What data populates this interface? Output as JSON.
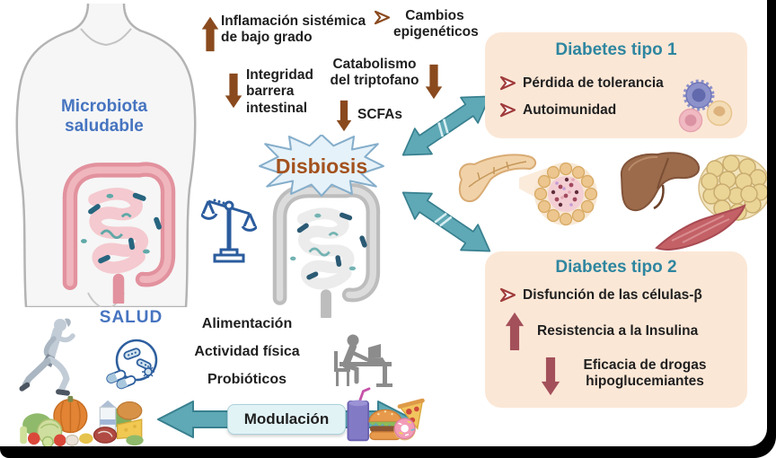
{
  "figure": {
    "healthy_side": {
      "body_label": "Microbiota saludable",
      "health_label": "SALUD"
    },
    "dysbiosis_label": "Disbiosis",
    "top_factors": [
      {
        "marker": "arrow-up",
        "text": "Inflamación sistémica de bajo grado"
      },
      {
        "marker": "chevron",
        "text": "Cambios epigenéticos"
      },
      {
        "marker": "arrow-down",
        "text": "Integridad barrera intestinal"
      },
      {
        "marker": "arrow-down",
        "text": "Catabolismo del triptofano"
      },
      {
        "marker": "arrow-down",
        "text": "SCFAs"
      }
    ],
    "diabetes_type1": {
      "title": "Diabetes tipo 1",
      "bullets": [
        {
          "marker": "chevron",
          "text": "Pérdida de tolerancia"
        },
        {
          "marker": "chevron",
          "text": "Autoimunidad"
        }
      ]
    },
    "diabetes_type2": {
      "title": "Diabetes tipo 2",
      "bullets": [
        {
          "marker": "chevron",
          "text": "Disfunción de las células-β"
        },
        {
          "marker": "arrow-up",
          "text": "Resistencia a la Insulina"
        },
        {
          "marker": "arrow-down",
          "text": "Eficacia de drogas hipoglucemiantes"
        }
      ]
    },
    "modulation": {
      "factors": [
        "Alimentación",
        "Actividad física",
        "Probióticos"
      ],
      "arrow_label": "Modulación"
    },
    "icons": {
      "human-torso-icon": "gray body silhouette",
      "healthy-gut-icon": "pink intestine with teal bacteria",
      "dysbiotic-gut-icon": "gray intestine with teal bacteria",
      "balance-scale-icon": "blue tilted scale ⚖",
      "dysbiosis-starburst-icon": "light blue explosion shape",
      "double-arrow-icon": "teal two-headed arrow",
      "immune-cells-icon": "purple, pink and tan cells",
      "pancreas-icon": "tan pancreas",
      "islet-zoom-icon": "magnified islet of Langerhans",
      "liver-icon": "brown liver",
      "adipose-icon": "cluster of fat cells",
      "muscle-icon": "red skeletal muscle",
      "runner-icon": "running woman",
      "probiotics-icon": "circle with bacteria and capsules",
      "healthy-food-icon": "vegetables, milk, meat, cheese",
      "sedentary-desk-icon": "person sitting at laptop desk",
      "fast-food-icon": "smoothie, burger, donut, pizza"
    }
  },
  "colors": {
    "accent_blue": "#4674c0",
    "teal_title": "#2e86a0",
    "teal_arrow": "#5fa9b6",
    "brown_arrow": "#8a4a1e",
    "maroon_arrow": "#a3505a",
    "dysbiosis_text": "#a3511d",
    "panel_peach": "#fbe7d6",
    "starburst_fill": "#e6f2f9"
  }
}
